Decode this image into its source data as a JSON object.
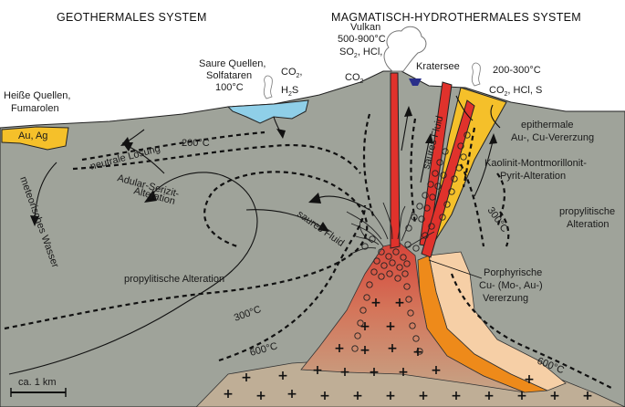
{
  "headers": {
    "left": "GEOTHERMALES SYSTEM",
    "right": "MAGMATISCH-HYDROTHERMALES SYSTEM"
  },
  "labels": {
    "hot_springs_1": "Heiße Quellen,",
    "hot_springs_2": "Fumarolen",
    "au_ag": "Au, Ag",
    "acid_springs_1": "Saure Quellen,",
    "acid_springs_2": "Solfataren",
    "acid_springs_3": "100°C",
    "co2_left": "CO",
    "h2s": "H",
    "volcano_1": "Vulkan",
    "volcano_2": "500-900°C",
    "volcano_3": "SO",
    "volcano_3b": ", HCl,",
    "co2_volcano": "CO",
    "crater_lake": "Kratersee",
    "vent_temp": "200-300°C",
    "vent_gases": "CO",
    "vent_gases_b": ", HCl, S",
    "epithermal_1": "epithermale",
    "epithermal_2": "Au-, Cu-Vererzung",
    "kaolinite_1": "Kaolinit-Montmorillonit-",
    "kaolinite_2": "Pyrit-Alteration",
    "iso_200": "200°C",
    "neutral_1": "neutrale Lösung",
    "neutral_2": "Adular-Serizit-",
    "neutral_3": "Alteration",
    "meteoric": "meteorisches Wasser",
    "acid_fluid_lower": "saures Fluid",
    "acid_fluid_upper": "saures Fluid",
    "prop_right_1": "propylitische",
    "prop_right_2": "Alteration",
    "iso_300_right": "300°C",
    "porphyry_1": "Porphyrische",
    "porphyry_2": "Cu- (Mo-, Au-)",
    "porphyry_3": "Vererzung",
    "prop_left": "propylitische Alteration",
    "iso_300_left": "300°C",
    "iso_600_left": "600°C",
    "iso_600_right": "600°C",
    "scale": "ca. 1 km"
  },
  "colors": {
    "rock": "#9fa39a",
    "water": "#8fcfe8",
    "ore_yellow": "#f5c02a",
    "vein_red": "#e0322c",
    "magma_top": "#d9443a",
    "magma_bottom": "#c99a72",
    "orange_zone": "#ee8a1a",
    "peach_zone": "#f6cfa6",
    "basement": "#bfae96",
    "crater_lake": "#2a2f8a"
  }
}
